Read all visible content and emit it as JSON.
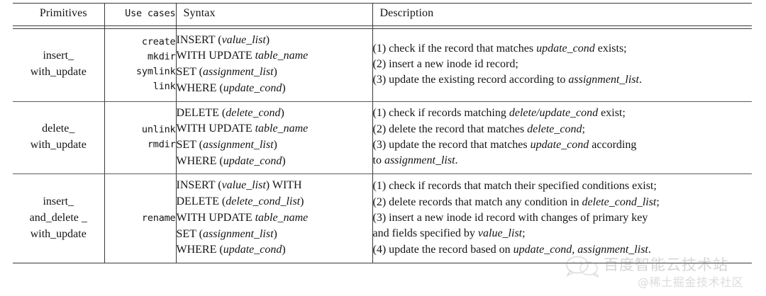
{
  "table": {
    "columns": [
      {
        "key": "primitives",
        "label": "Primitives"
      },
      {
        "key": "use_cases",
        "label": "Use cases"
      },
      {
        "key": "syntax",
        "label": "Syntax"
      },
      {
        "key": "description",
        "label": "Description"
      }
    ],
    "rows": [
      {
        "primitives": [
          "insert_",
          "with_update"
        ],
        "use_cases": [
          "create",
          "mkdir",
          "symlink",
          "link"
        ],
        "syntax": [
          "INSERT (value_list)",
          "WITH UPDATE table_name",
          "SET (assignment_list)",
          "WHERE (update_cond)"
        ],
        "description": [
          "(1) check if the record that matches update_cond exists;",
          "(2) insert a new inode id record;",
          "(3) update the existing record according to assignment_list."
        ]
      },
      {
        "primitives": [
          "delete_",
          "with_update"
        ],
        "use_cases": [
          "unlink",
          "rmdir"
        ],
        "syntax": [
          "DELETE (delete_cond)",
          "WITH UPDATE table_name",
          "SET (assignment_list)",
          "WHERE (update_cond)"
        ],
        "description": [
          "(1) check if records matching delete/update_cond exist;",
          "(2) delete the record that matches delete_cond;",
          "(3) update the record that matches update_cond according",
          "to assignment_list."
        ]
      },
      {
        "primitives": [
          "insert_",
          "and_delete _",
          "with_update"
        ],
        "use_cases": [
          "rename"
        ],
        "syntax": [
          "INSERT (value_list) WITH",
          "DELETE (delete_cond_list)",
          "WITH UPDATE table_name",
          "SET (assignment_list)",
          "WHERE (update_cond)"
        ],
        "description": [
          "(1) check if records that match their specified conditions exist;",
          "(2) delete records that match any condition in delete_cond_list;",
          "(3) insert a new inode id record with changes of primary key",
          "and fields specified by value_list;",
          "(4) update the record based on update_cond, assignment_list."
        ]
      }
    ]
  },
  "watermark": {
    "logo_name": "wechat-bubble-logo",
    "main_text": "百度智能云技术站",
    "sub_text": "@稀土掘金技术社区",
    "color": "#808080"
  },
  "colors": {
    "background": "#ffffff",
    "text": "#141414",
    "rule": "#3a3a3a",
    "rule_light": "#5a5a5a"
  }
}
